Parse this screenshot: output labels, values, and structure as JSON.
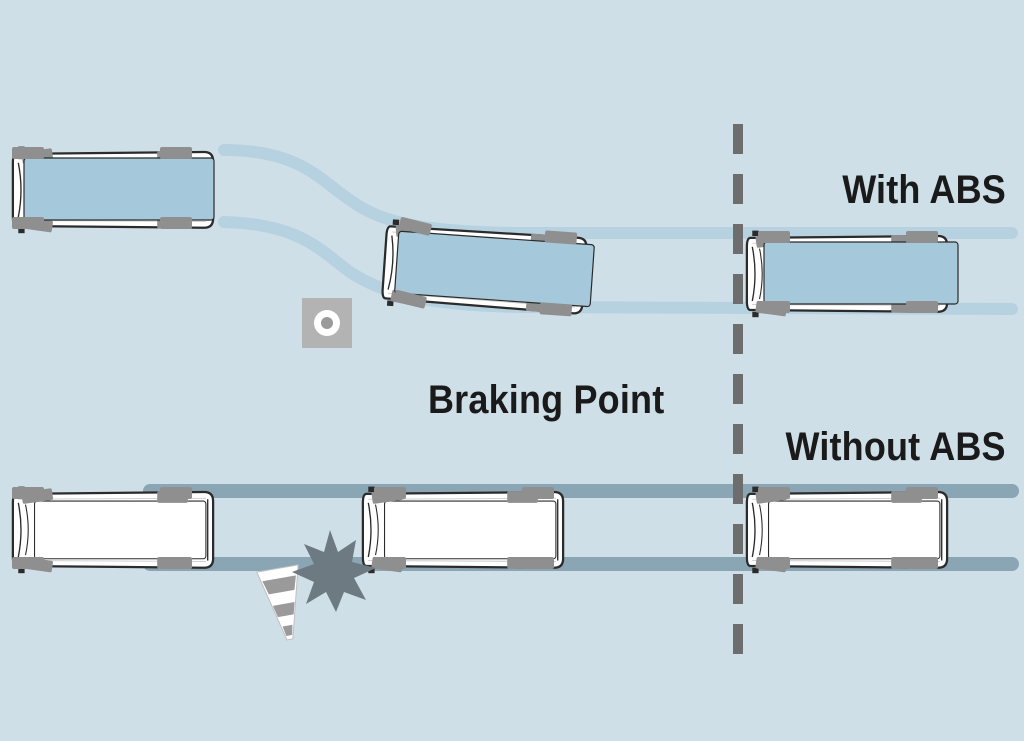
{
  "diagram": {
    "labels": {
      "with_abs": "With ABS",
      "without_abs": "Without ABS",
      "braking_point": "Braking Point"
    },
    "colors": {
      "background": "#cfdfe8",
      "abs_van_glass": "#a6c8db",
      "abs_track": "#b6d2e0",
      "no_abs_track": "#8aa6b4",
      "van_body": "#ffffff",
      "outline": "#2b2b2b",
      "tire": "#8f8f8f",
      "impact_star": "#6e7a82",
      "braking_line": "#6d6d6d"
    },
    "icons": {
      "obstacle_marker": "target-icon",
      "traffic_cone": "traffic-cone-icon",
      "collision": "impact-burst-icon"
    }
  }
}
